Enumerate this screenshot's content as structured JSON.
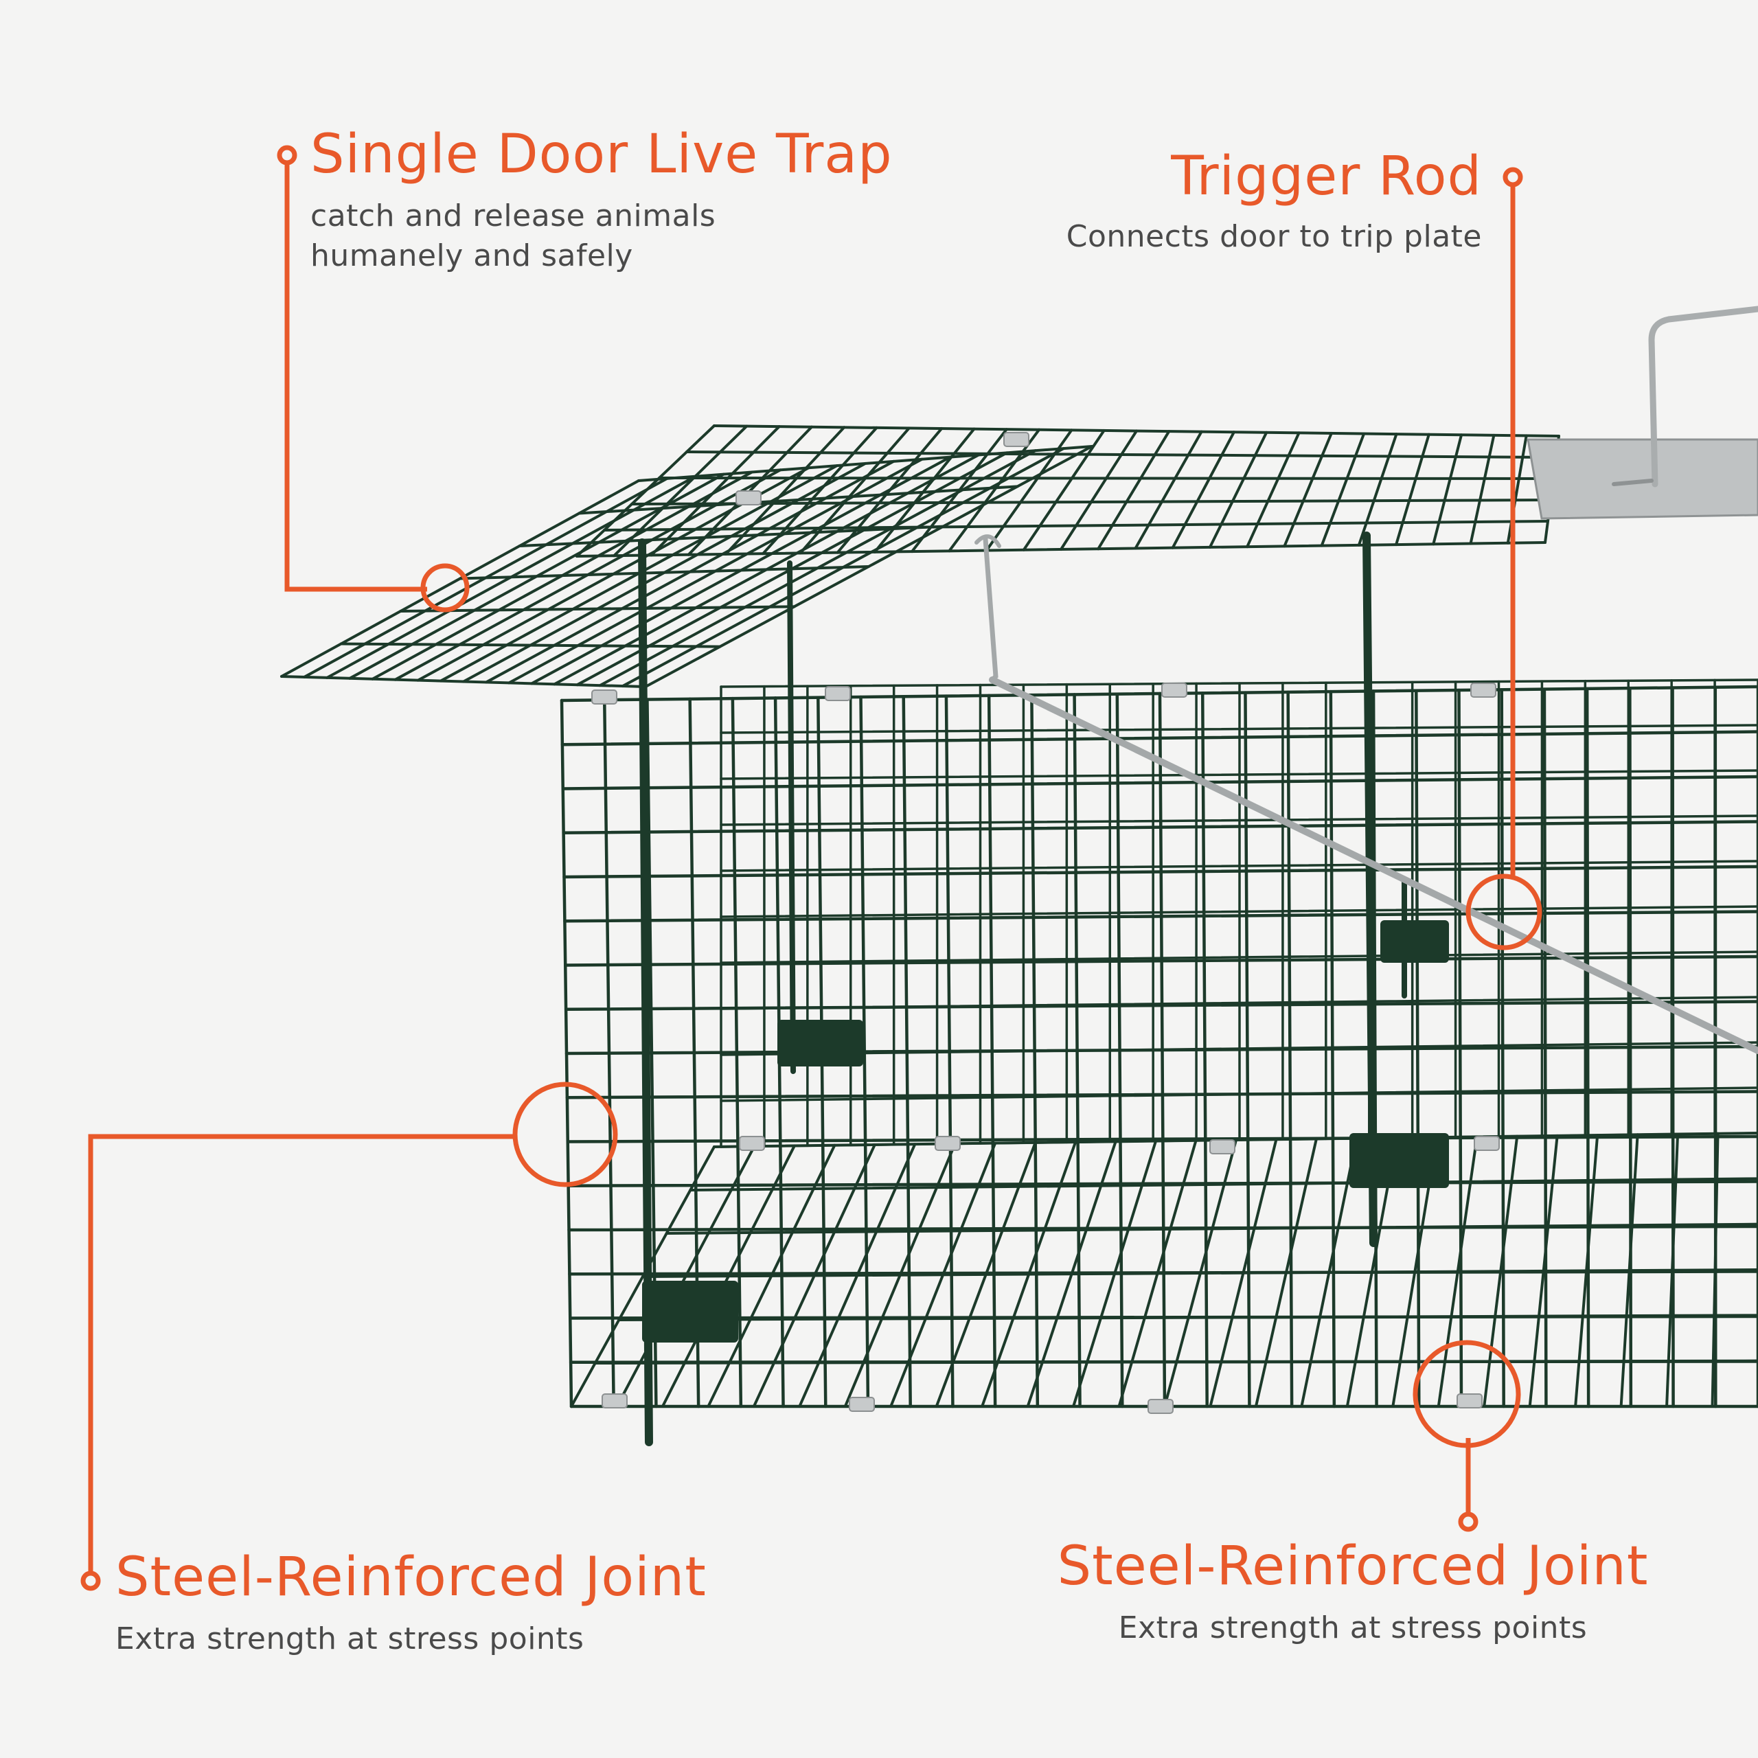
{
  "colors": {
    "accent": "#e8592a",
    "background": "#f4f4f3",
    "cage_wire": "#1c3a2a",
    "metal": "#b9bcbd",
    "subtext": "#4a4a4a"
  },
  "callouts": {
    "door": {
      "title": "Single Door Live Trap",
      "subtitle_lines": [
        "catch and release animals",
        "humanely and safely"
      ]
    },
    "trigger": {
      "title": "Trigger Rod",
      "subtitle": "Connects door to trip plate"
    },
    "joint_left": {
      "title": "Steel-Reinforced Joint",
      "subtitle": "Extra strength at stress points"
    },
    "joint_right": {
      "title": "Steel-Reinforced Joint",
      "subtitle": "Extra strength at stress points"
    }
  }
}
